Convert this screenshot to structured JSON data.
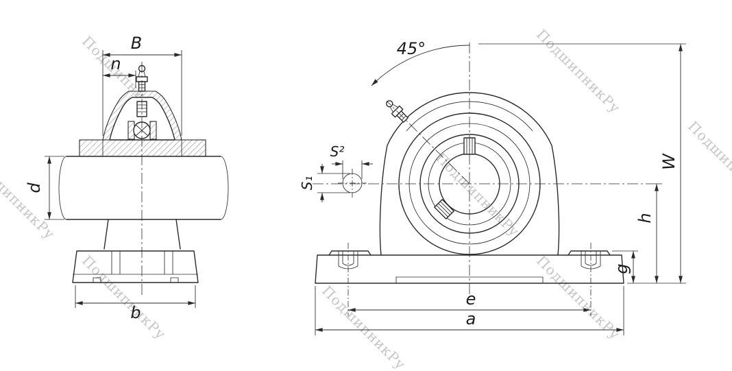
{
  "watermark": {
    "text": "ПодшипникРу"
  },
  "side_view": {
    "labels": {
      "B": "B",
      "n": "n",
      "d": "d",
      "b": "b"
    }
  },
  "front_view": {
    "labels": {
      "angle": "45°",
      "s_upper": "S²",
      "s_lower": "S₁",
      "W": "W",
      "h": "h",
      "g": "g",
      "e": "e",
      "a": "a"
    }
  }
}
